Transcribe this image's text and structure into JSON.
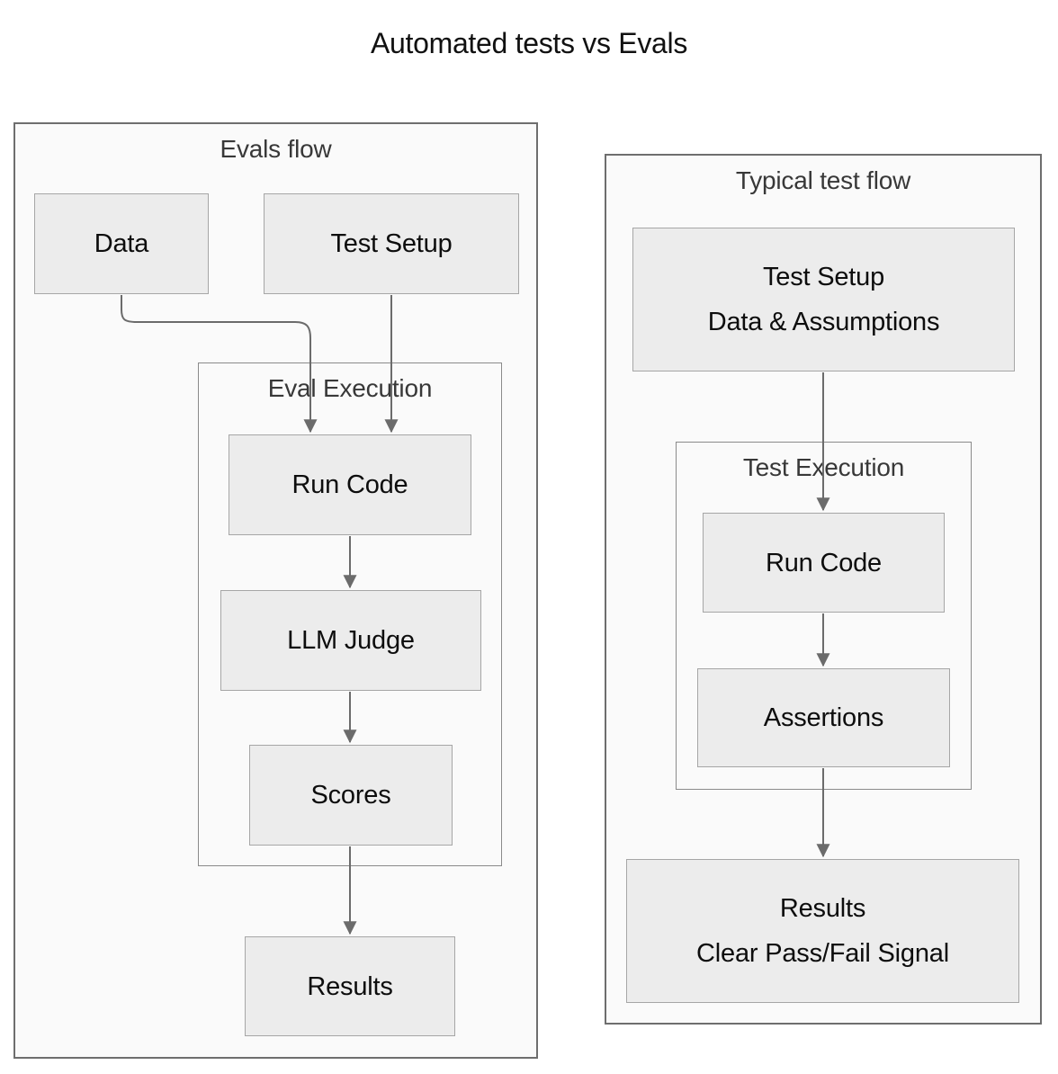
{
  "title": "Automated tests vs Evals",
  "colors": {
    "canvas_bg": "#ffffff",
    "container_bg": "#fafafa",
    "container_border": "#6e6e6e",
    "group_border": "#8a8a8a",
    "node_bg": "#ececec",
    "node_border": "#a6a6a6",
    "arrow": "#6b6b6b",
    "node_text": "#0d0d0d",
    "label_text": "#383838"
  },
  "evals_flow": {
    "label": "Evals flow",
    "group_label": "Eval Execution",
    "nodes": {
      "data": "Data",
      "test_setup": "Test Setup",
      "run_code": "Run Code",
      "llm_judge": "LLM Judge",
      "scores": "Scores",
      "results": "Results"
    }
  },
  "typical_flow": {
    "label": "Typical test flow",
    "group_label": "Test Execution",
    "nodes": {
      "test_setup_line1": "Test Setup",
      "test_setup_line2": "Data & Assumptions",
      "run_code": "Run Code",
      "assertions": "Assertions",
      "results_line1": "Results",
      "results_line2": "Clear Pass/Fail Signal"
    }
  }
}
